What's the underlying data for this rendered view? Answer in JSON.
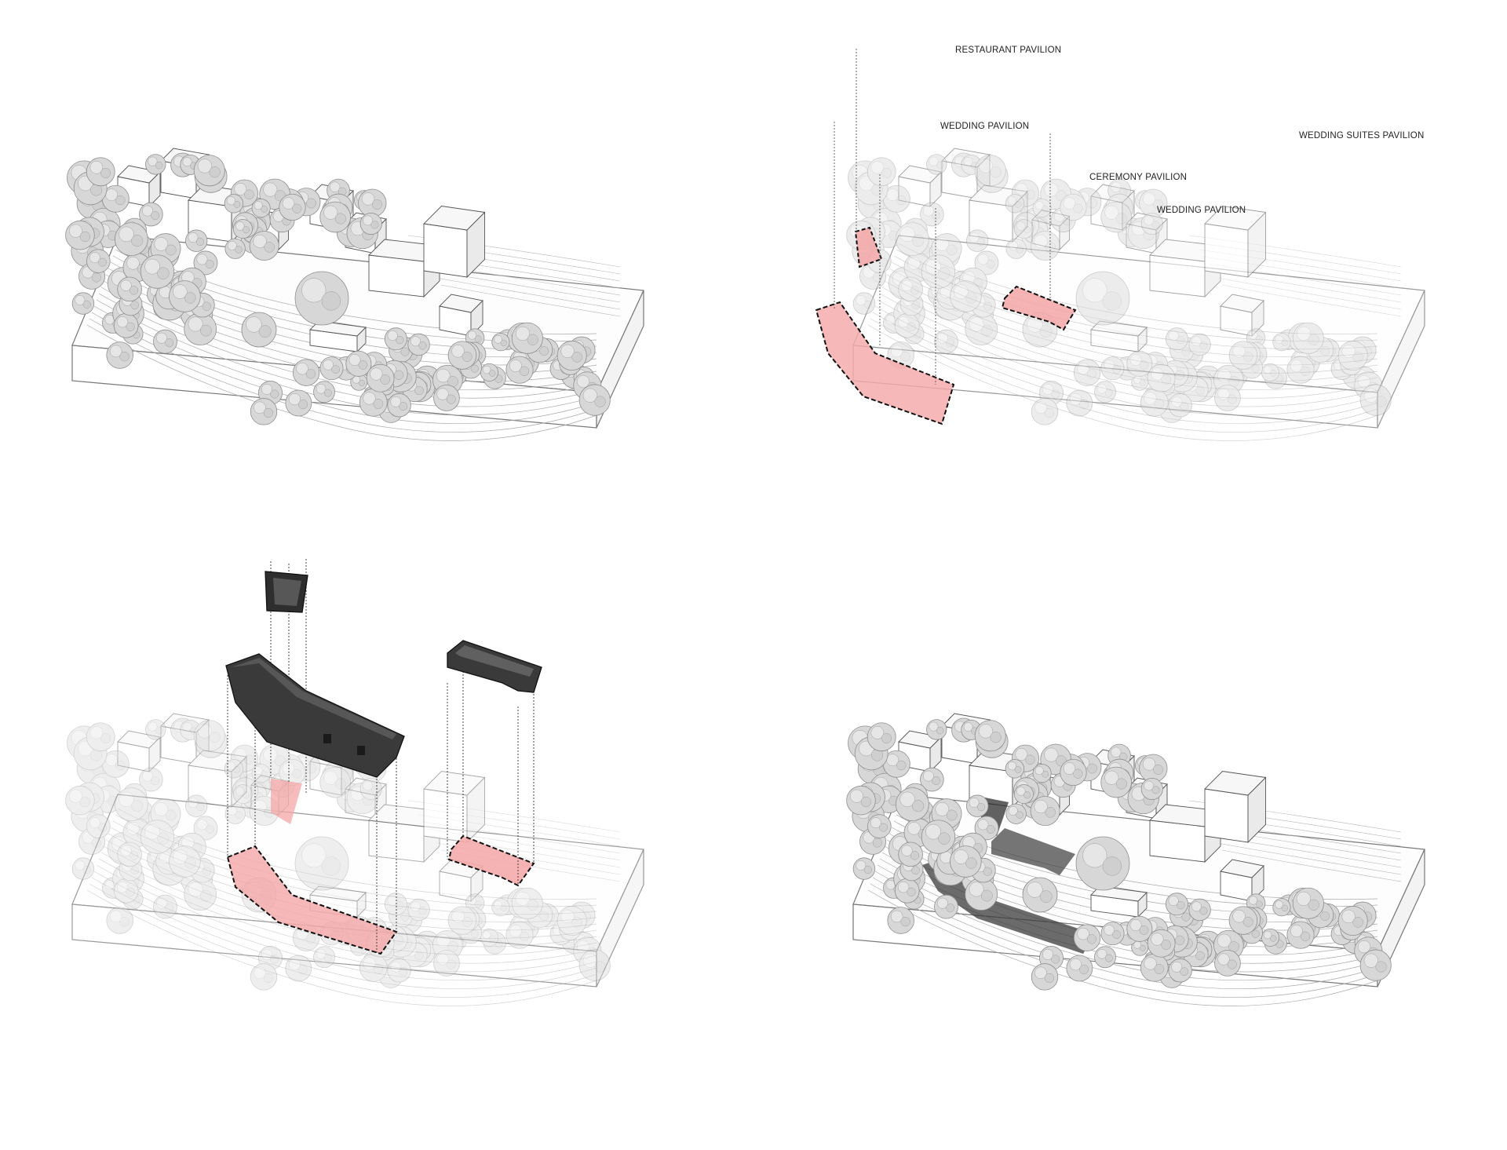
{
  "panels": [
    {
      "id": "site-context"
    },
    {
      "id": "pavilion-locations"
    },
    {
      "id": "pavilion-volumes-exploded"
    },
    {
      "id": "pavilions-integrated"
    }
  ],
  "labels": {
    "restaurant": "RESTAURANT PAVILION",
    "wedding_1": "WEDDING PAVILION",
    "ceremony": "CEREMONY PAVILION",
    "wedding_2": "WEDDING PAVILION",
    "suites": "WEDDING SUITES PAVILION"
  },
  "colors": {
    "highlight": "#f4a6a6",
    "volume": "#3a3a3a",
    "tree": "#d4d4d4",
    "line": "#7a7a7a"
  },
  "icons": [
    "tree-icon",
    "building-icon",
    "dashed-outline",
    "projection-line"
  ]
}
